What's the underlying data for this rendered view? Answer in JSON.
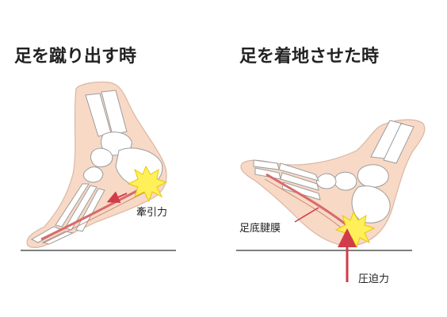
{
  "panels": {
    "left": {
      "title": "足を蹴り出す時",
      "force_label": "牽引力"
    },
    "right": {
      "title": "足を着地させた時",
      "tissue_label": "足底腱膜",
      "force_label": "圧迫力"
    }
  },
  "colors": {
    "skin": "#f8d9c6",
    "skin_outline": "#d9b7a4",
    "bone": "#ffffff",
    "bone_outline": "#9c9c9c",
    "fascia": "#d86a6a",
    "arrow": "#d23b48",
    "burst": "#fff05a",
    "burst_outline": "#e8c800",
    "ground": "#555555",
    "text": "#222222"
  }
}
